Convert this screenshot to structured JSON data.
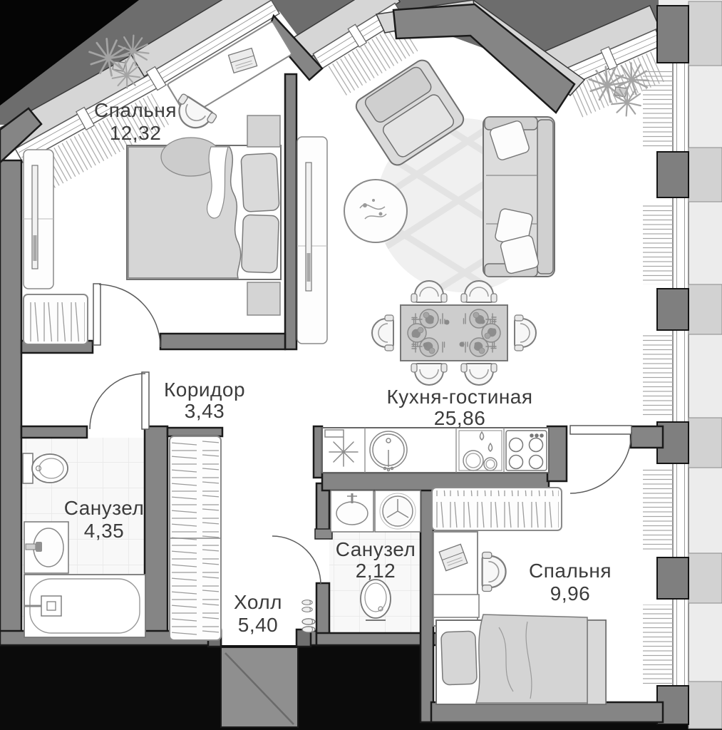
{
  "plan": {
    "rooms": [
      {
        "key": "bedroom-1",
        "name": "Спальня",
        "area": "12,32"
      },
      {
        "key": "corridor",
        "name": "Коридор",
        "area": "3,43"
      },
      {
        "key": "kitchen-living",
        "name": "Кухня-гостиная",
        "area": "25,86"
      },
      {
        "key": "bathroom-1",
        "name": "Санузел",
        "area": "4,35"
      },
      {
        "key": "bathroom-2",
        "name": "Санузел",
        "area": "2,12"
      },
      {
        "key": "hall",
        "name": "Холл",
        "area": "5,40"
      },
      {
        "key": "bedroom-2",
        "name": "Спальня",
        "area": "9,96"
      }
    ],
    "colors": {
      "wall": "#858585",
      "exterior_dark": "#6d6d6d",
      "exterior_black": "#0b0b0b",
      "ledge": "#d6d6d6",
      "furniture": "#d6d6d6",
      "floor": "#ffffff",
      "tile": "#f8f8f8",
      "hatch": "#a6a6a6",
      "label": "#3c3c3c"
    }
  }
}
